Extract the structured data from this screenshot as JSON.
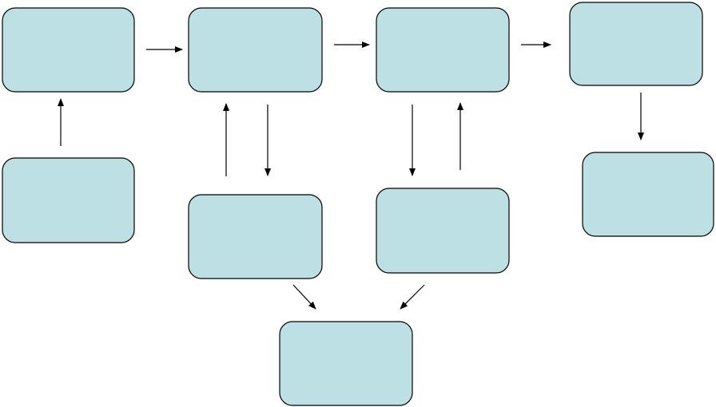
{
  "style": {
    "node_fill": "#bde0e4",
    "node_stroke": "#000000",
    "connector_color": "#000000",
    "background": "#ffffff"
  },
  "nodes": [
    {
      "id": "a",
      "label": ""
    },
    {
      "id": "b",
      "label": ""
    },
    {
      "id": "c",
      "label": ""
    },
    {
      "id": "d",
      "label": ""
    },
    {
      "id": "e",
      "label": ""
    },
    {
      "id": "f",
      "label": ""
    },
    {
      "id": "g",
      "label": ""
    },
    {
      "id": "h",
      "label": ""
    },
    {
      "id": "i",
      "label": ""
    }
  ],
  "edges": [
    {
      "from": "a",
      "to": "b"
    },
    {
      "from": "b",
      "to": "c"
    },
    {
      "from": "c",
      "to": "d"
    },
    {
      "from": "e",
      "to": "a"
    },
    {
      "from": "f",
      "to": "b"
    },
    {
      "from": "b",
      "to": "f"
    },
    {
      "from": "c",
      "to": "g"
    },
    {
      "from": "g",
      "to": "c"
    },
    {
      "from": "d",
      "to": "h"
    },
    {
      "from": "f",
      "to": "i"
    },
    {
      "from": "g",
      "to": "i"
    }
  ]
}
